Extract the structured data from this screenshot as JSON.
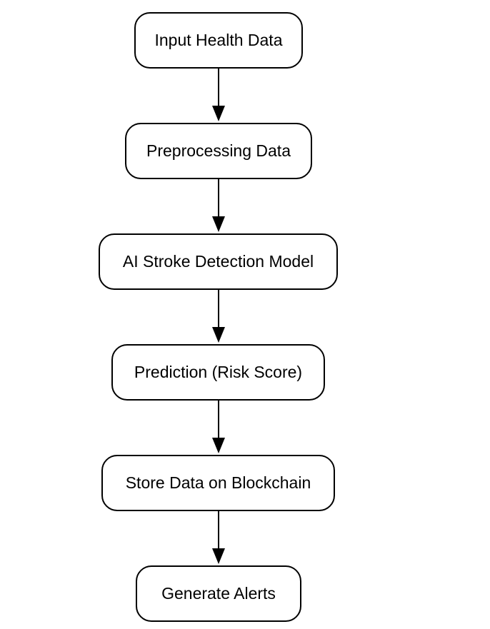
{
  "flowchart": {
    "nodes": [
      {
        "label": "Input Health Data"
      },
      {
        "label": "Preprocessing Data"
      },
      {
        "label": "AI Stroke Detection Model"
      },
      {
        "label": "Prediction (Risk Score)"
      },
      {
        "label": "Store Data on Blockchain"
      },
      {
        "label": "Generate Alerts"
      }
    ],
    "edges": [
      {
        "from": "Input Health Data",
        "to": "Preprocessing Data"
      },
      {
        "from": "Preprocessing Data",
        "to": "AI Stroke Detection Model"
      },
      {
        "from": "AI Stroke Detection Model",
        "to": "Prediction (Risk Score)"
      },
      {
        "from": "Prediction (Risk Score)",
        "to": "Store Data on Blockchain"
      },
      {
        "from": "Store Data on Blockchain",
        "to": "Generate Alerts"
      }
    ]
  },
  "colors": {
    "stroke": "#000000",
    "fill": "#ffffff",
    "text": "#000000"
  }
}
